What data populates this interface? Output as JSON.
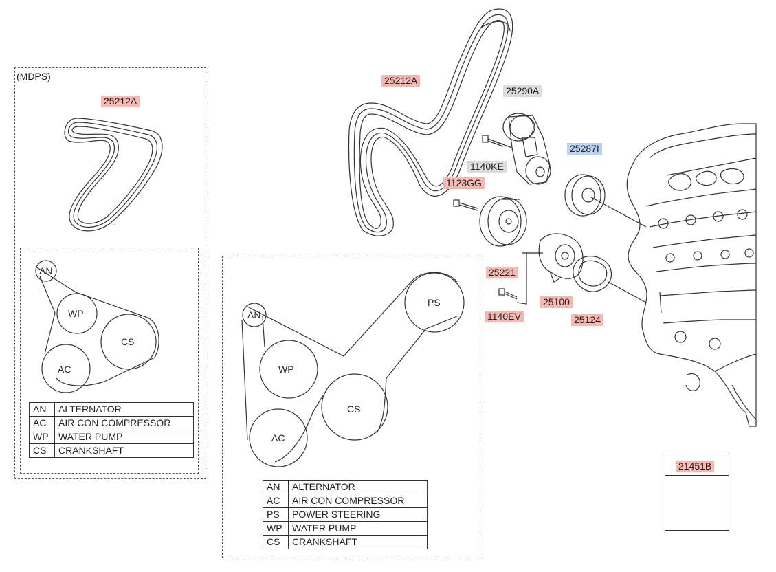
{
  "mdps_box": {
    "title": "(MDPS)",
    "belt_label": "25212A",
    "pulleys": [
      "AN",
      "WP",
      "CS",
      "AC"
    ],
    "legend": [
      {
        "abbr": "AN",
        "name": "ALTERNATOR"
      },
      {
        "abbr": "AC",
        "name": "AIR CON COMPRESSOR"
      },
      {
        "abbr": "WP",
        "name": "WATER PUMP"
      },
      {
        "abbr": "CS",
        "name": "CRANKSHAFT"
      }
    ]
  },
  "ps_box": {
    "pulleys": [
      "AN",
      "PS",
      "WP",
      "CS",
      "AC"
    ],
    "legend": [
      {
        "abbr": "AN",
        "name": "ALTERNATOR"
      },
      {
        "abbr": "AC",
        "name": "AIR CON COMPRESSOR"
      },
      {
        "abbr": "PS",
        "name": "POWER STEERING"
      },
      {
        "abbr": "WP",
        "name": "WATER PUMP"
      },
      {
        "abbr": "CS",
        "name": "CRANKSHAFT"
      }
    ]
  },
  "part_labels": {
    "belt_main": "25212A",
    "tensioner": "25290A",
    "bolt_tensioner": "1140KE",
    "idler": "25287I",
    "bolt_idler": "1123GG",
    "pulley_wp": "25221",
    "water_pump": "25100",
    "bolt_wp": "1140EV",
    "gasket": "25124",
    "small_part": "21451B"
  },
  "colors": {
    "red_highlight": "#f6b8b0",
    "gray_highlight": "#dcdcdc",
    "blue_highlight": "#b8d4f2"
  }
}
